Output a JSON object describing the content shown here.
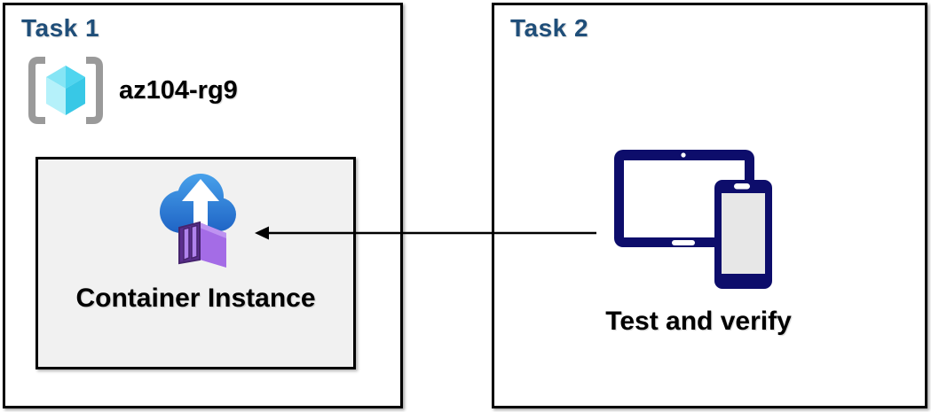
{
  "diagram": {
    "task1": {
      "title": "Task 1",
      "resource_group": {
        "name": "az104-rg9",
        "icon": "resource-group-icon"
      },
      "container_box": {
        "label": "Container Instance",
        "icon": "container-instances-icon"
      }
    },
    "task2": {
      "title": "Task 2",
      "label": "Test and verify",
      "icon": "devices-icon"
    },
    "arrow": {
      "from": "task2-devices",
      "to": "task1-container-instance",
      "direction": "right-to-left"
    }
  },
  "colors": {
    "task_title_blue": "#1F4E79",
    "box_border": "#000000",
    "container_box_bg": "#F1F1F1",
    "device_navy": "#0D0D6B",
    "phone_screen_gray": "#E7E7E7",
    "cloud_blue_top": "#47A0EA",
    "cloud_blue_bottom": "#1E62C4",
    "container_purple_side": "#A46CE6",
    "container_purple_door": "#5B2F8E",
    "container_purple_panel": "#B083EC",
    "container_purple_outline": "#46246E",
    "rg_bracket_gray": "#9A9A9A",
    "rg_cyan_top_left": "#86E5F5",
    "rg_cyan_top_right": "#50D5EF",
    "rg_cyan_bottom_left": "#B5F1FA",
    "rg_cyan_bottom_right": "#38C8E6"
  }
}
